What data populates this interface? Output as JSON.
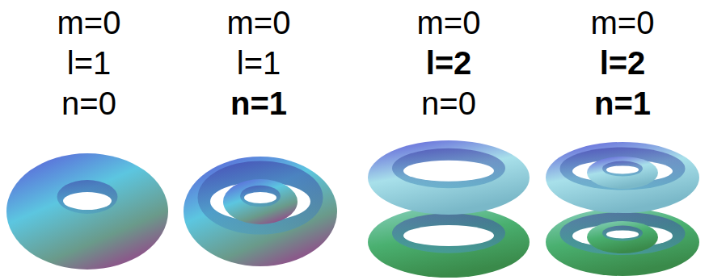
{
  "diagram": {
    "labels": [
      "m=0",
      "l=1",
      "n=0",
      "m=0",
      "l=1",
      "n=1",
      "m=0",
      "l=2",
      "n=0",
      "m=0",
      "l=2",
      "n=1"
    ]
  }
}
